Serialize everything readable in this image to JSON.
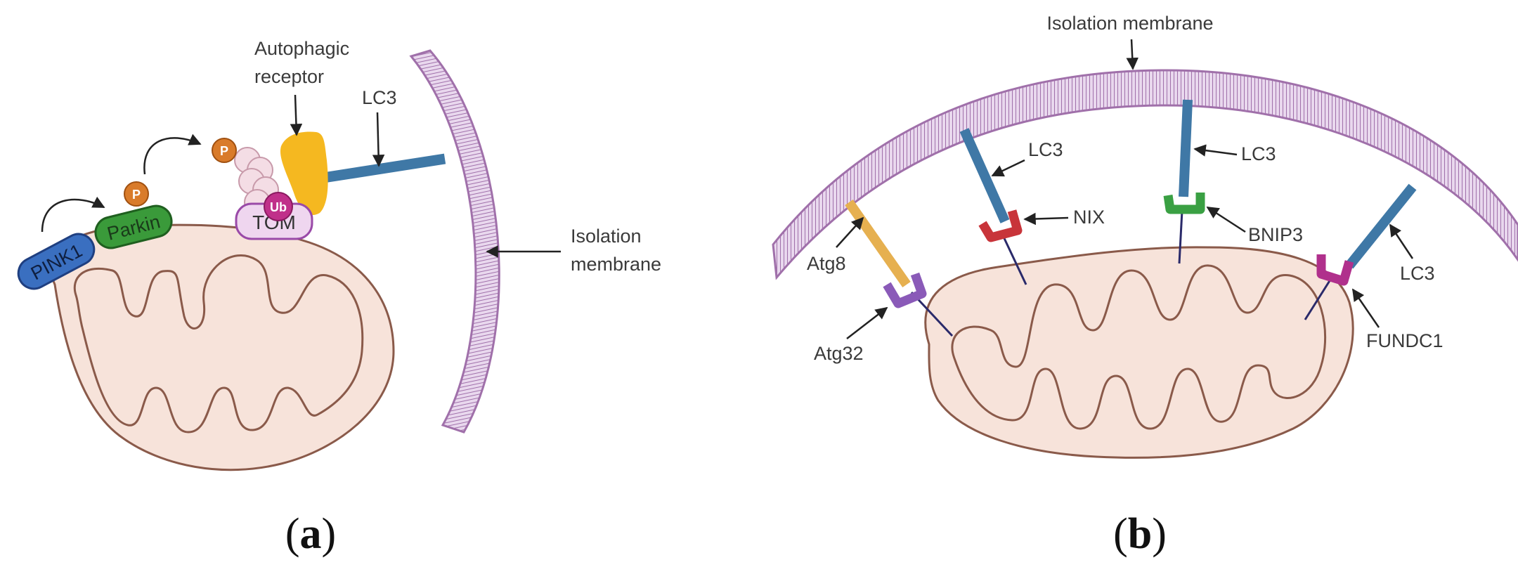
{
  "panel_a": {
    "labels": {
      "pink1": "PINK1",
      "parkin": "Parkin",
      "phospho_1": "P",
      "phospho_2": "P",
      "ubiquitin": "Ub",
      "tom": "TOM",
      "autophagic_receptor_line1": "Autophagic",
      "autophagic_receptor_line2": "receptor",
      "lc3": "LC3",
      "isolation_line1": "Isolation",
      "isolation_line2": "membrane"
    },
    "caption": {
      "open": "(",
      "letter": "a",
      "close": ")"
    }
  },
  "panel_b": {
    "labels": {
      "isolation_membrane": "Isolation membrane",
      "atg8": "Atg8",
      "atg32": "Atg32",
      "lc3_nix": "LC3",
      "nix": "NIX",
      "lc3_bnip3": "LC3",
      "bnip3": "BNIP3",
      "lc3_fundc1": "LC3",
      "fundc1": "FUNDC1"
    },
    "caption": {
      "open": "(",
      "letter": "b",
      "close": ")"
    }
  },
  "colors": {
    "mito_fill": "#f7e3da",
    "mito_stroke": "#8a5a4a",
    "membrane": "#a070aa",
    "pink1": "#3a6fc0",
    "parkin": "#3a9a3a",
    "phospho": "#d97b2a",
    "ub": "#c0308a",
    "tom": "#efd6ef",
    "receptor": "#f5b820",
    "lc3": "#3f78a6",
    "atg8": "#e6b050",
    "atg32": "#8a5ab8",
    "nix": "#c8343a",
    "bnip3": "#3aa043",
    "fundc1": "#b0308c"
  }
}
